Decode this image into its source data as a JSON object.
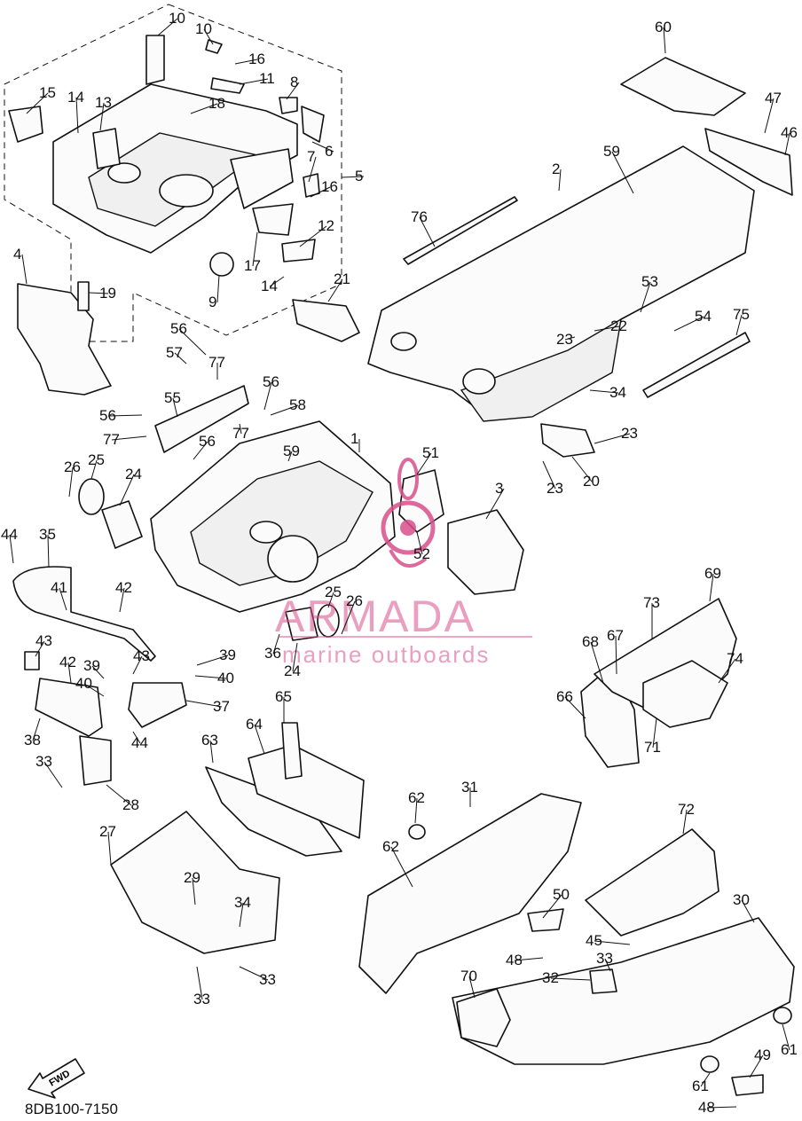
{
  "callouts": [
    {
      "id": "c1",
      "text": "1"
    },
    {
      "id": "c2",
      "text": "2"
    },
    {
      "id": "c3",
      "text": "3"
    },
    {
      "id": "c4",
      "text": "4"
    },
    {
      "id": "c5",
      "text": "5"
    },
    {
      "id": "c6",
      "text": "6"
    },
    {
      "id": "c7",
      "text": "7"
    },
    {
      "id": "c8",
      "text": "8"
    },
    {
      "id": "c9",
      "text": "9"
    },
    {
      "id": "c10a",
      "text": "10"
    },
    {
      "id": "c10b",
      "text": "10"
    },
    {
      "id": "c11",
      "text": "11"
    },
    {
      "id": "c12",
      "text": "12"
    },
    {
      "id": "c13",
      "text": "13"
    },
    {
      "id": "c14a",
      "text": "14"
    },
    {
      "id": "c14b",
      "text": "14"
    },
    {
      "id": "c15",
      "text": "15"
    },
    {
      "id": "c16a",
      "text": "16"
    },
    {
      "id": "c16b",
      "text": "16"
    },
    {
      "id": "c17",
      "text": "17"
    },
    {
      "id": "c18",
      "text": "18"
    },
    {
      "id": "c19",
      "text": "19"
    },
    {
      "id": "c20",
      "text": "20"
    },
    {
      "id": "c21",
      "text": "21"
    },
    {
      "id": "c22",
      "text": "22"
    },
    {
      "id": "c23a",
      "text": "23"
    },
    {
      "id": "c23b",
      "text": "23"
    },
    {
      "id": "c23c",
      "text": "23"
    },
    {
      "id": "c24a",
      "text": "24"
    },
    {
      "id": "c24b",
      "text": "24"
    },
    {
      "id": "c25a",
      "text": "25"
    },
    {
      "id": "c25b",
      "text": "25"
    },
    {
      "id": "c26a",
      "text": "26"
    },
    {
      "id": "c26b",
      "text": "26"
    },
    {
      "id": "c27",
      "text": "27"
    },
    {
      "id": "c28",
      "text": "28"
    },
    {
      "id": "c29",
      "text": "29"
    },
    {
      "id": "c30",
      "text": "30"
    },
    {
      "id": "c31",
      "text": "31"
    },
    {
      "id": "c32",
      "text": "32"
    },
    {
      "id": "c33a",
      "text": "33"
    },
    {
      "id": "c33b",
      "text": "33"
    },
    {
      "id": "c33c",
      "text": "33"
    },
    {
      "id": "c33d",
      "text": "33"
    },
    {
      "id": "c34a",
      "text": "34"
    },
    {
      "id": "c34b",
      "text": "34"
    },
    {
      "id": "c35",
      "text": "35"
    },
    {
      "id": "c36",
      "text": "36"
    },
    {
      "id": "c37",
      "text": "37"
    },
    {
      "id": "c38",
      "text": "38"
    },
    {
      "id": "c39a",
      "text": "39"
    },
    {
      "id": "c39b",
      "text": "39"
    },
    {
      "id": "c40a",
      "text": "40"
    },
    {
      "id": "c40b",
      "text": "40"
    },
    {
      "id": "c41",
      "text": "41"
    },
    {
      "id": "c42a",
      "text": "42"
    },
    {
      "id": "c42b",
      "text": "42"
    },
    {
      "id": "c43a",
      "text": "43"
    },
    {
      "id": "c43b",
      "text": "43"
    },
    {
      "id": "c44a",
      "text": "44"
    },
    {
      "id": "c44b",
      "text": "44"
    },
    {
      "id": "c45",
      "text": "45"
    },
    {
      "id": "c46",
      "text": "46"
    },
    {
      "id": "c47",
      "text": "47"
    },
    {
      "id": "c48a",
      "text": "48"
    },
    {
      "id": "c48b",
      "text": "48"
    },
    {
      "id": "c49",
      "text": "49"
    },
    {
      "id": "c50",
      "text": "50"
    },
    {
      "id": "c51",
      "text": "51"
    },
    {
      "id": "c52",
      "text": "52"
    },
    {
      "id": "c53",
      "text": "53"
    },
    {
      "id": "c54",
      "text": "54"
    },
    {
      "id": "c55",
      "text": "55"
    },
    {
      "id": "c56a",
      "text": "56"
    },
    {
      "id": "c56b",
      "text": "56"
    },
    {
      "id": "c56c",
      "text": "56"
    },
    {
      "id": "c56d",
      "text": "56"
    },
    {
      "id": "c57",
      "text": "57"
    },
    {
      "id": "c58",
      "text": "58"
    },
    {
      "id": "c59a",
      "text": "59"
    },
    {
      "id": "c59b",
      "text": "59"
    },
    {
      "id": "c60",
      "text": "60"
    },
    {
      "id": "c61a",
      "text": "61"
    },
    {
      "id": "c61b",
      "text": "61"
    },
    {
      "id": "c62a",
      "text": "62"
    },
    {
      "id": "c62b",
      "text": "62"
    },
    {
      "id": "c63",
      "text": "63"
    },
    {
      "id": "c64",
      "text": "64"
    },
    {
      "id": "c65",
      "text": "65"
    },
    {
      "id": "c66",
      "text": "66"
    },
    {
      "id": "c67",
      "text": "67"
    },
    {
      "id": "c68",
      "text": "68"
    },
    {
      "id": "c69",
      "text": "69"
    },
    {
      "id": "c70",
      "text": "70"
    },
    {
      "id": "c71",
      "text": "71"
    },
    {
      "id": "c72",
      "text": "72"
    },
    {
      "id": "c73",
      "text": "73"
    },
    {
      "id": "c74",
      "text": "74"
    },
    {
      "id": "c75",
      "text": "75"
    },
    {
      "id": "c76",
      "text": "76"
    },
    {
      "id": "c77a",
      "text": "77"
    },
    {
      "id": "c77b",
      "text": "77"
    },
    {
      "id": "c77c",
      "text": "77"
    }
  ],
  "fwd_label": "FWD",
  "diagram_code": "8DB100-7150",
  "watermark": {
    "brand": "ARMADA",
    "tagline": "marine outboards",
    "color": "#d94f8c"
  }
}
